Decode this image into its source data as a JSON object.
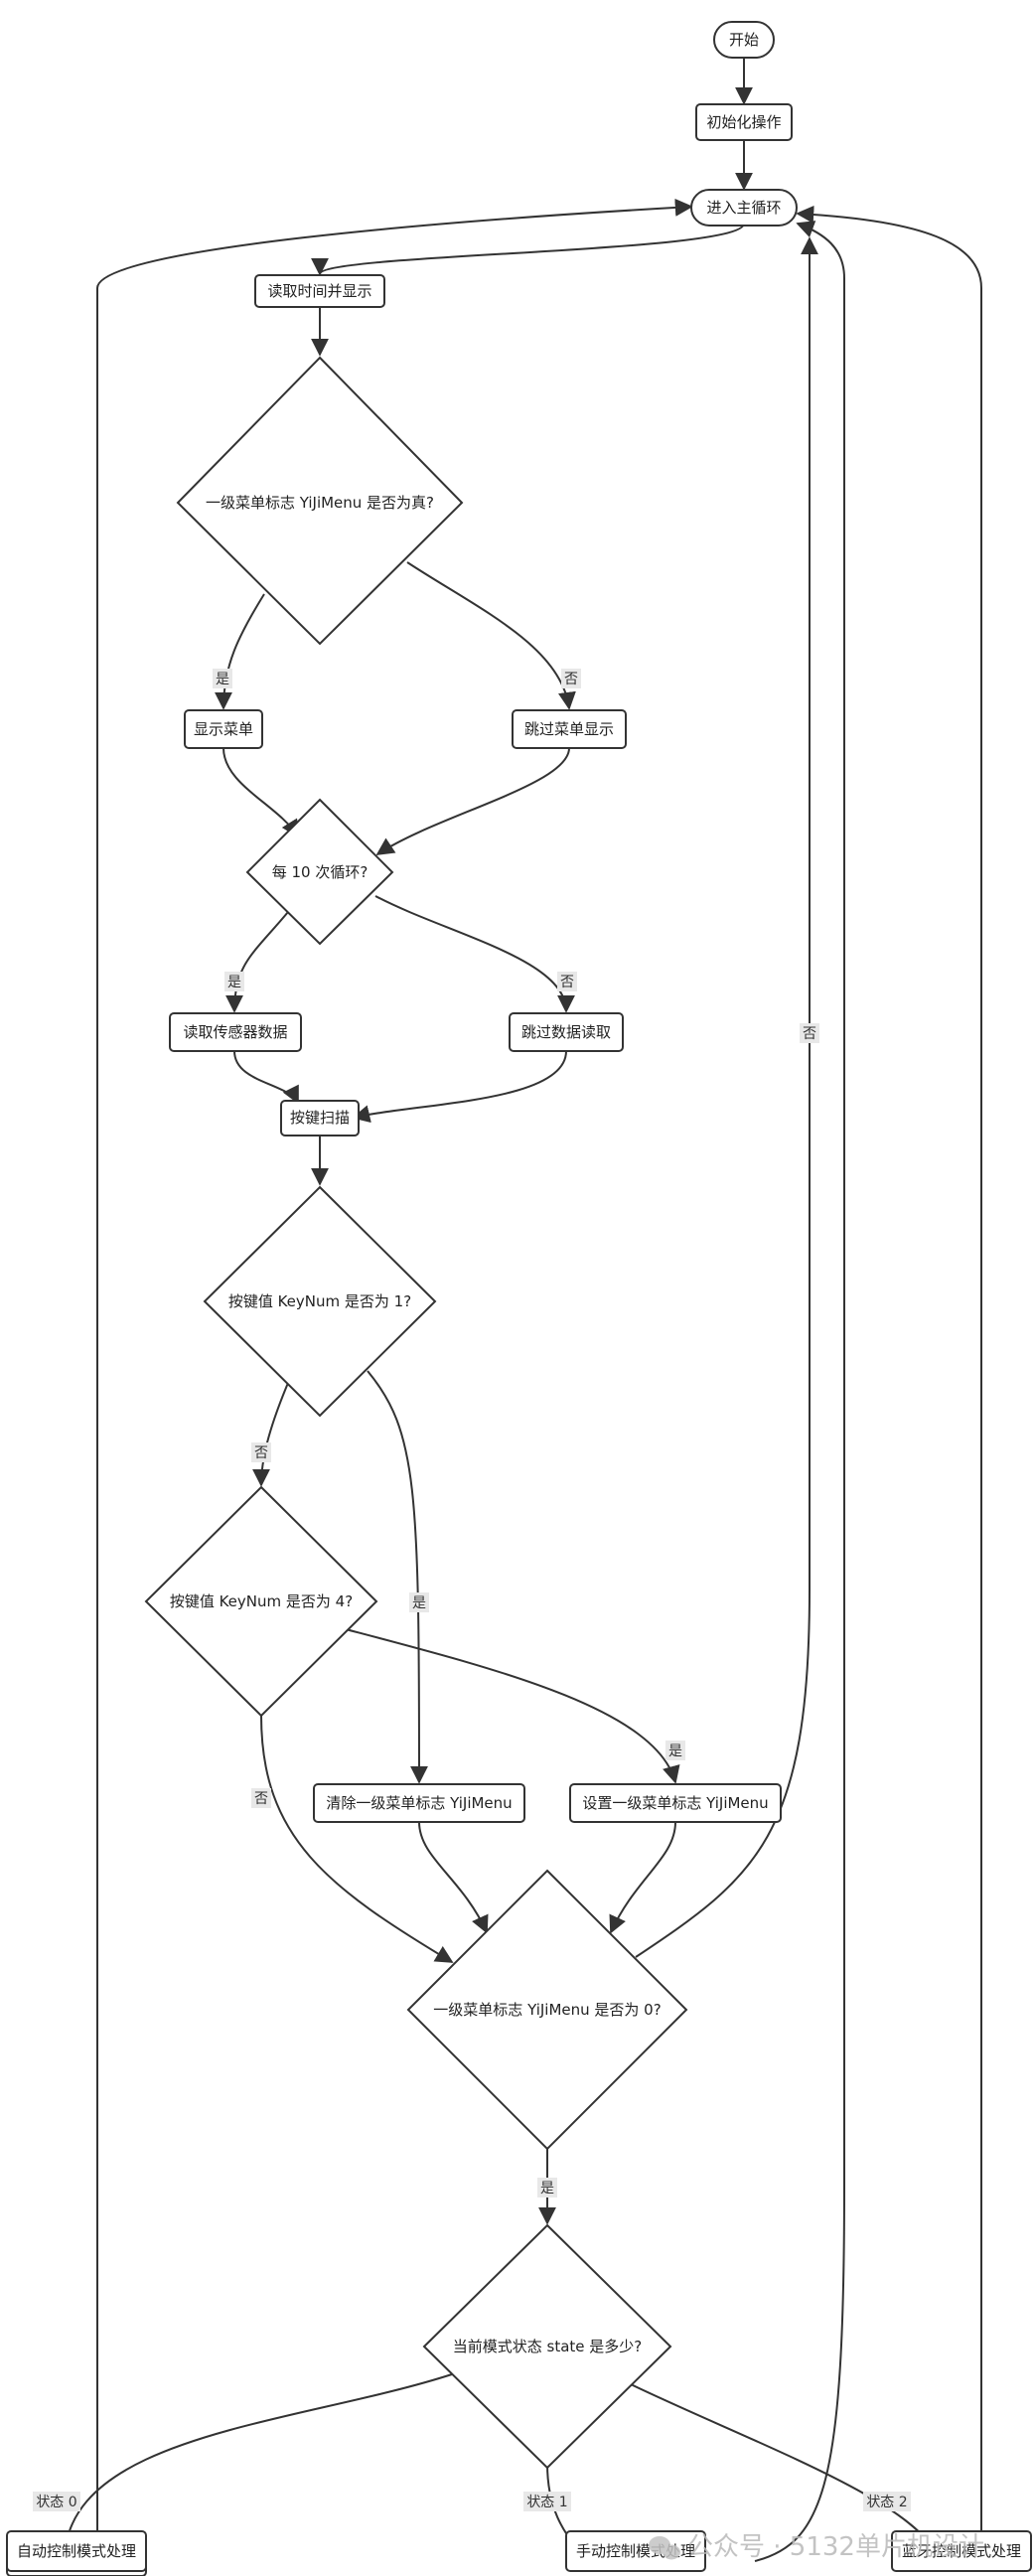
{
  "nodes": {
    "start": "开始",
    "init": "初始化操作",
    "main_loop": "进入主循环",
    "read_time": "读取时间并显示",
    "menu_check": "一级菜单标志 YiJiMenu 是否为真?",
    "show_menu": "显示菜单",
    "skip_menu": "跳过菜单显示",
    "every10": "每 10 次循环?",
    "read_sensor": "读取传感器数据",
    "skip_read": "跳过数据读取",
    "key_scan": "按键扫描",
    "key1_check": "按键值 KeyNum 是否为 1?",
    "key4_check": "按键值 KeyNum 是否为 4?",
    "clear_menu": "清除一级菜单标志 YiJiMenu",
    "set_menu": "设置一级菜单标志 YiJiMenu",
    "menu0_check": "一级菜单标志 YiJiMenu 是否为 0?",
    "state_check": "当前模式状态 state 是多少?",
    "auto_mode": "自动控制模式处理",
    "manual_mode": "手动控制模式处理",
    "bt_mode": "蓝牙控制模式处理"
  },
  "edge_labels": {
    "yes_menu": "是",
    "no_menu": "否",
    "yes_10": "是",
    "no_10": "否",
    "no_key1": "否",
    "yes_key1": "是",
    "yes_key4": "是",
    "no_key4": "否",
    "no_menu0": "否",
    "yes_menu0": "是",
    "state0": "状态 0",
    "state1": "状态 1",
    "state2": "状态 2"
  },
  "watermark": {
    "text": "公众号 · 5132单片机设计"
  },
  "colors": {
    "stroke": "#333333",
    "fill": "#ffffff",
    "label_bg": "#e8e8e8",
    "watermark": "#b9b9b9"
  }
}
